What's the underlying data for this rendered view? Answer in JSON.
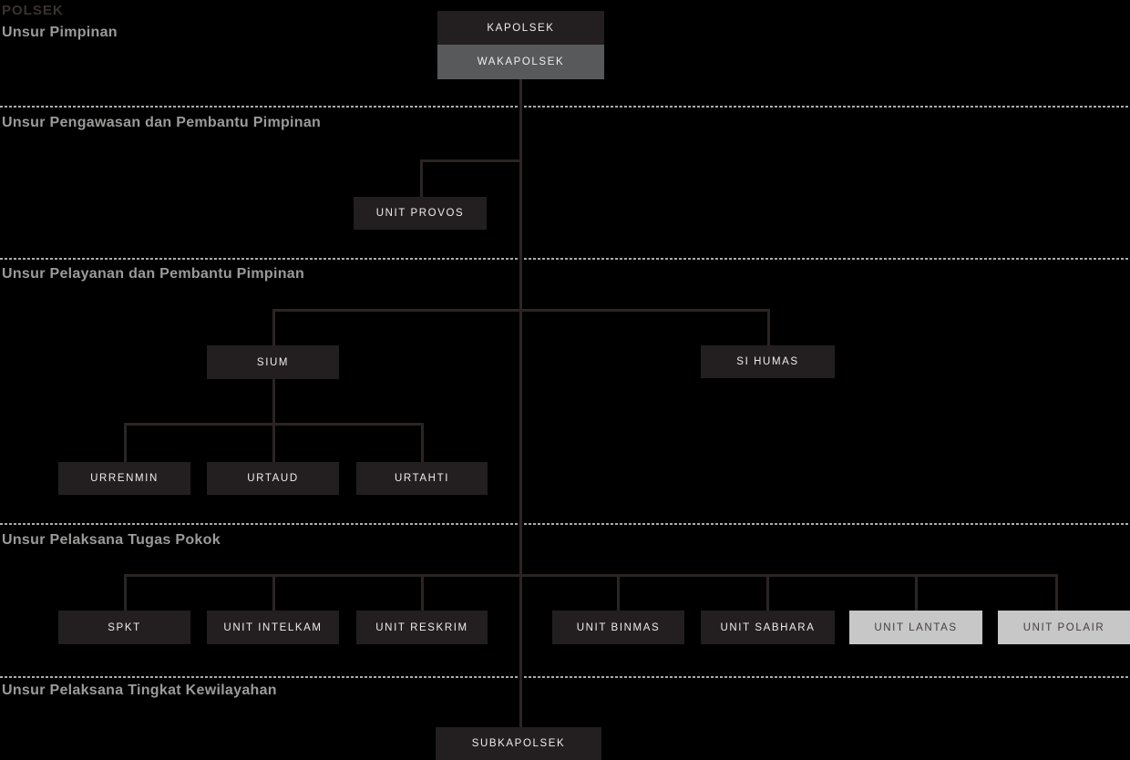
{
  "page": {
    "title": "POLSEK",
    "background": "#000000"
  },
  "sections": [
    {
      "label": "Unsur Pimpinan"
    },
    {
      "label": "Unsur Pengawasan dan Pembantu Pimpinan"
    },
    {
      "label": "Unsur Pelayanan dan Pembantu Pimpinan"
    },
    {
      "label": "Unsur Pelaksana Tugas Pokok"
    },
    {
      "label": "Unsur Pelaksana Tingkat Kewilayahan"
    }
  ],
  "nodes": {
    "kapolsek": {
      "label": "KAPOLSEK",
      "variant": "dark"
    },
    "wakapolsek": {
      "label": "WAKAPOLSEK",
      "variant": "gray"
    },
    "unit_provos": {
      "label": "UNIT PROVOS",
      "variant": "dark"
    },
    "sium": {
      "label": "SIUM",
      "variant": "dark"
    },
    "si_humas": {
      "label": "SI HUMAS",
      "variant": "dark"
    },
    "urrenmin": {
      "label": "URRENMIN",
      "variant": "dark"
    },
    "urtaud": {
      "label": "URTAUD",
      "variant": "dark"
    },
    "urtahti": {
      "label": "URTAHTI",
      "variant": "dark"
    },
    "spkt": {
      "label": "SPKT",
      "variant": "dark"
    },
    "unit_intelkam": {
      "label": "UNIT INTELKAM",
      "variant": "dark"
    },
    "unit_reskrim": {
      "label": "UNIT RESKRIM",
      "variant": "dark"
    },
    "unit_binmas": {
      "label": "UNIT BINMAS",
      "variant": "dark"
    },
    "unit_sabhara": {
      "label": "UNIT SABHARA",
      "variant": "dark"
    },
    "unit_lantas": {
      "label": "UNIT LANTAS",
      "variant": "light"
    },
    "unit_polair": {
      "label": "UNIT POLAIR",
      "variant": "light"
    },
    "subkapolsek": {
      "label": "SUBKAPOLSEK",
      "variant": "dark"
    }
  },
  "hierarchy": {
    "root": "KAPOLSEK",
    "deputy": "WAKAPOLSEK",
    "pengawasan_children": [
      "UNIT PROVOS"
    ],
    "pelayanan_children": [
      "SIUM",
      "SI HUMAS"
    ],
    "sium_children": [
      "URRENMIN",
      "URTAUD",
      "URTAHTI"
    ],
    "tugas_pokok_children": [
      "SPKT",
      "UNIT INTELKAM",
      "UNIT RESKRIM",
      "UNIT BINMAS",
      "UNIT SABHARA",
      "UNIT LANTAS",
      "UNIT POLAIR"
    ],
    "kewilayahan_children": [
      "SUBKAPOLSEK"
    ]
  },
  "colors": {
    "background": "#000000",
    "node_dark": "#231f20",
    "node_gray": "#58595b",
    "node_light": "#c7c7c7",
    "node_text_on_dark": "#efeceb",
    "node_text_on_light": "#453f3e",
    "connector": "#2b2523",
    "divider_dots": "#acacac",
    "section_label": "#9c9b9a",
    "title": "#3a3231"
  }
}
